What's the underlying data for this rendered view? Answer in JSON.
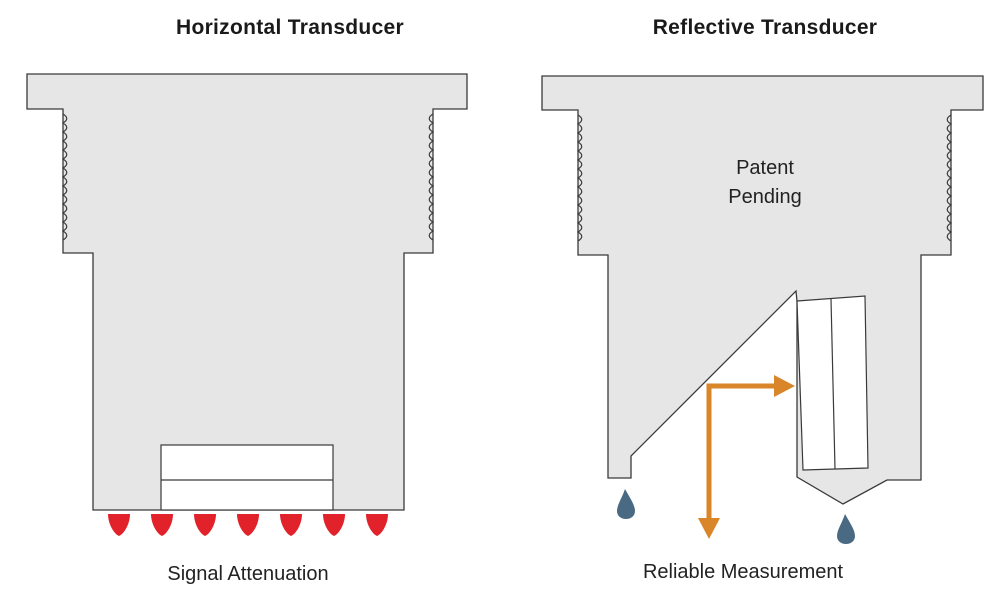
{
  "left": {
    "title": "Horizontal Transducer",
    "caption": "Signal Attenuation"
  },
  "right": {
    "title": "Reflective Transducer",
    "label_line1": "Patent",
    "label_line2": "Pending",
    "caption": "Reliable Measurement"
  },
  "colors": {
    "body_fill": "#e6e6e7",
    "outline": "#3a3a3a",
    "droplet_red": "#e2222b",
    "droplet_blue": "#4a6a84",
    "arrow_orange": "#d9852a"
  }
}
